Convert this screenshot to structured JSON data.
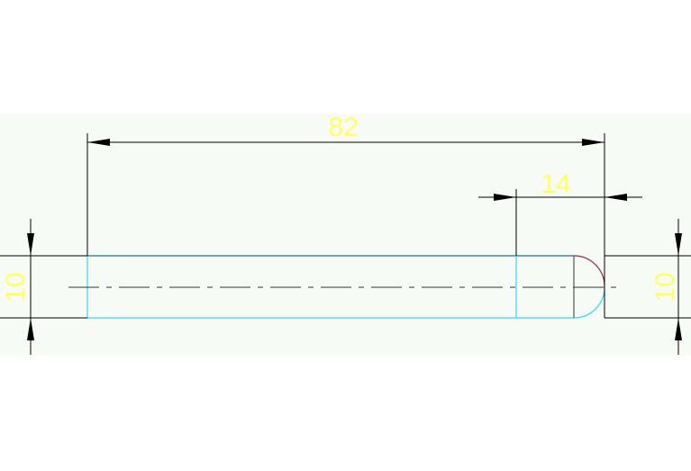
{
  "dimensions": {
    "overall_length": "82",
    "tip_length": "14",
    "diameter_left": "10",
    "diameter_right": "10"
  },
  "colors": {
    "background": "#ffffff",
    "drawing_band": "#f7fbf5",
    "dimension_line": "#000000",
    "dimension_text": "#ffff66",
    "outline_cyan": "#33d6f2",
    "outline_blue": "#1f6aa8",
    "arc_red": "#a32357",
    "centerline": "#333333"
  }
}
